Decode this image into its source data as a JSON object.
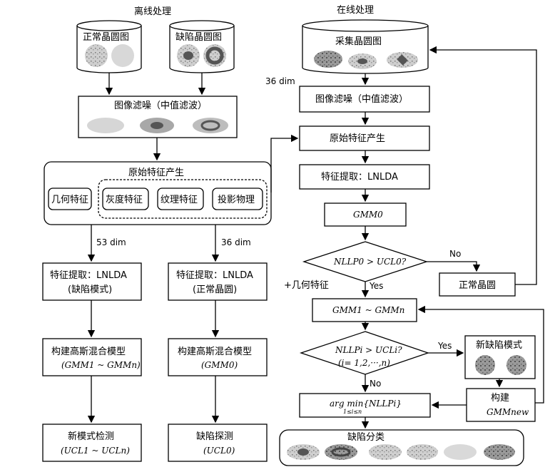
{
  "offline": {
    "title": "离线处理",
    "normal_db": "正常晶圆图",
    "defect_db": "缺陷晶圆图",
    "filter": "图像滤噪（中值滤波）",
    "feature_gen": "原始特征产生",
    "features": [
      "几何特征",
      "灰度特征",
      "纹理特征",
      "投影物理"
    ],
    "dim_left": "53 dim",
    "dim_right": "36 dim",
    "extract_left": [
      "特征提取：LNLDA",
      "(缺陷模式)"
    ],
    "extract_right": [
      "特征提取：LNLDA",
      "(正常晶圆)"
    ],
    "gmm_left": [
      "构建高斯混合模型",
      "(GMM1 ~ GMMn)"
    ],
    "gmm_right": [
      "构建高斯混合模型",
      "(GMM0)"
    ],
    "detect_left": [
      "新模式检测",
      "(UCL1 ~ UCLn)"
    ],
    "detect_right": [
      "缺陷探测",
      "(UCL0)"
    ]
  },
  "online": {
    "title": "在线处理",
    "collect_db": "采集晶圆图",
    "dim": "36 dim",
    "filter": "图像滤噪（中值滤波）",
    "feature_gen": "原始特征产生",
    "extract": "特征提取：LNLDA",
    "gmm0": "GMM0",
    "decision0": "NLLP0 > UCL0?",
    "no0": "No",
    "normal": "正常晶圆",
    "yes0": "Yes",
    "plus_geo": "+几何特征",
    "gmm_range": "GMM1 ~ GMMn",
    "decision_i": [
      "NLLPi > UCLi?",
      "(i= 1,2,···,n)"
    ],
    "yes_i": "Yes",
    "no_i": "No",
    "new_pattern": "新缺陷模式",
    "build": [
      "构建",
      "GMMnew"
    ],
    "argmin": [
      "arg min{NLLPi}",
      "1≤i≤n"
    ],
    "classify": "缺陷分类"
  },
  "colors": {
    "stroke": "#000000",
    "wafer_light": "#dcdcdc",
    "wafer_dark": "#6e6e6e"
  }
}
